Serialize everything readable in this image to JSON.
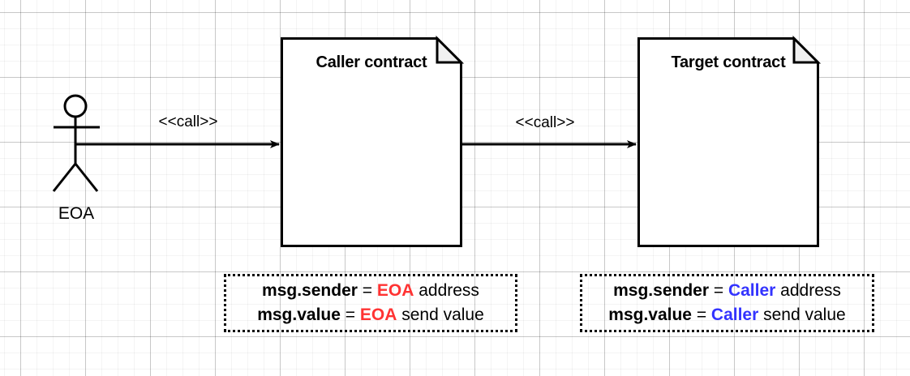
{
  "diagram": {
    "type": "uml-call-flow",
    "background": "graph-paper-grid",
    "actor": {
      "label": "EOA",
      "shape": "stick-figure"
    },
    "nodes": [
      {
        "id": "caller",
        "title": "Caller contract",
        "shape": "document-folded-corner"
      },
      {
        "id": "target",
        "title": "Target contract",
        "shape": "document-folded-corner"
      }
    ],
    "edges": [
      {
        "id": "edge-eoa-caller",
        "label": "<<call>>",
        "from": "EOA",
        "to": "Caller contract"
      },
      {
        "id": "edge-caller-target",
        "label": "<<call>>",
        "from": "Caller contract",
        "to": "Target contract"
      }
    ],
    "notes": [
      {
        "id": "note-caller",
        "accent_color": "#FF3333",
        "lines": [
          {
            "key": "msg.sender",
            "eq": " = ",
            "accent": "EOA",
            "tail": " address"
          },
          {
            "key": "msg.value",
            "eq": " = ",
            "accent": "EOA",
            "tail": " send value"
          }
        ]
      },
      {
        "id": "note-target",
        "accent_color": "#3333FF",
        "lines": [
          {
            "key": "msg.sender",
            "eq": " = ",
            "accent": "Caller",
            "tail": " address"
          },
          {
            "key": "msg.value",
            "eq": " = ",
            "accent": "Caller",
            "tail": " send value"
          }
        ]
      }
    ],
    "colors": {
      "stroke": "#000000",
      "fill": "#FFFFFF",
      "fold_fill": "#F0F0F0",
      "red_accent": "#FF3333",
      "blue_accent": "#3333FF",
      "grid_major": "#D0D0D0",
      "grid_minor": "#F0F0F0"
    }
  }
}
